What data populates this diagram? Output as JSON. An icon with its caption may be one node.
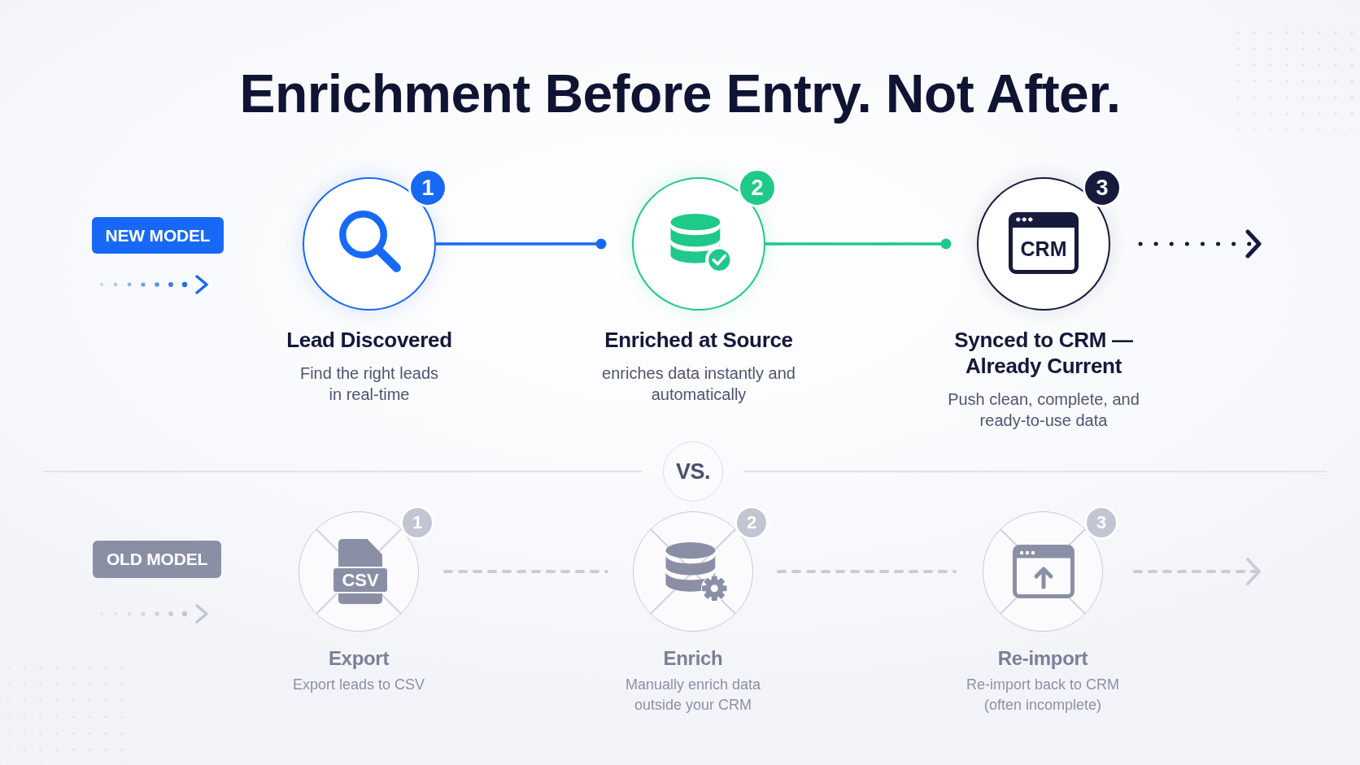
{
  "diagram": {
    "title": "Enrichment Before Entry. Not After.",
    "nodes": [
      {
        "text": [
          "NEW MODEL"
        ]
      },
      {
        "text": [
          "1",
          "Lead Discovered",
          "Find the right leads in real-time"
        ]
      },
      {
        "text": [
          "2",
          "Enriched at Source",
          "enriches data instantly and automatically"
        ]
      },
      {
        "text": [
          "3",
          "Synced to CRM — Already Current",
          "Push clean, complete, and ready-to-use data"
        ]
      },
      {
        "text": [
          "VS."
        ]
      },
      {
        "text": [
          "OLD MODEL"
        ]
      },
      {
        "text": [
          "1",
          "Export",
          "Export leads to CSV"
        ]
      },
      {
        "text": [
          "2",
          "Enrich",
          "Manually enrich data outside your CRM"
        ]
      },
      {
        "text": [
          "3",
          "Re-import",
          "Re-import back to CRM (often incomplete)"
        ]
      }
    ],
    "edges": [
      {
        "from": 1,
        "to": 2,
        "arrow": "other",
        "color": "#1769f5"
      },
      {
        "from": 2,
        "to": 3,
        "arrow": "other",
        "color": "#1fc98a"
      },
      {
        "from": 3,
        "to": null,
        "arrow": "to",
        "style": "dashed",
        "color": "#161a3d"
      },
      {
        "from": 6,
        "to": 7,
        "arrow": "none",
        "style": "dashed"
      },
      {
        "from": 7,
        "to": 8,
        "arrow": "none",
        "style": "dashed"
      },
      {
        "from": 8,
        "to": null,
        "arrow": "to",
        "style": "dashed"
      }
    ],
    "labels": [
      "CRM",
      "CSV"
    ]
  }
}
